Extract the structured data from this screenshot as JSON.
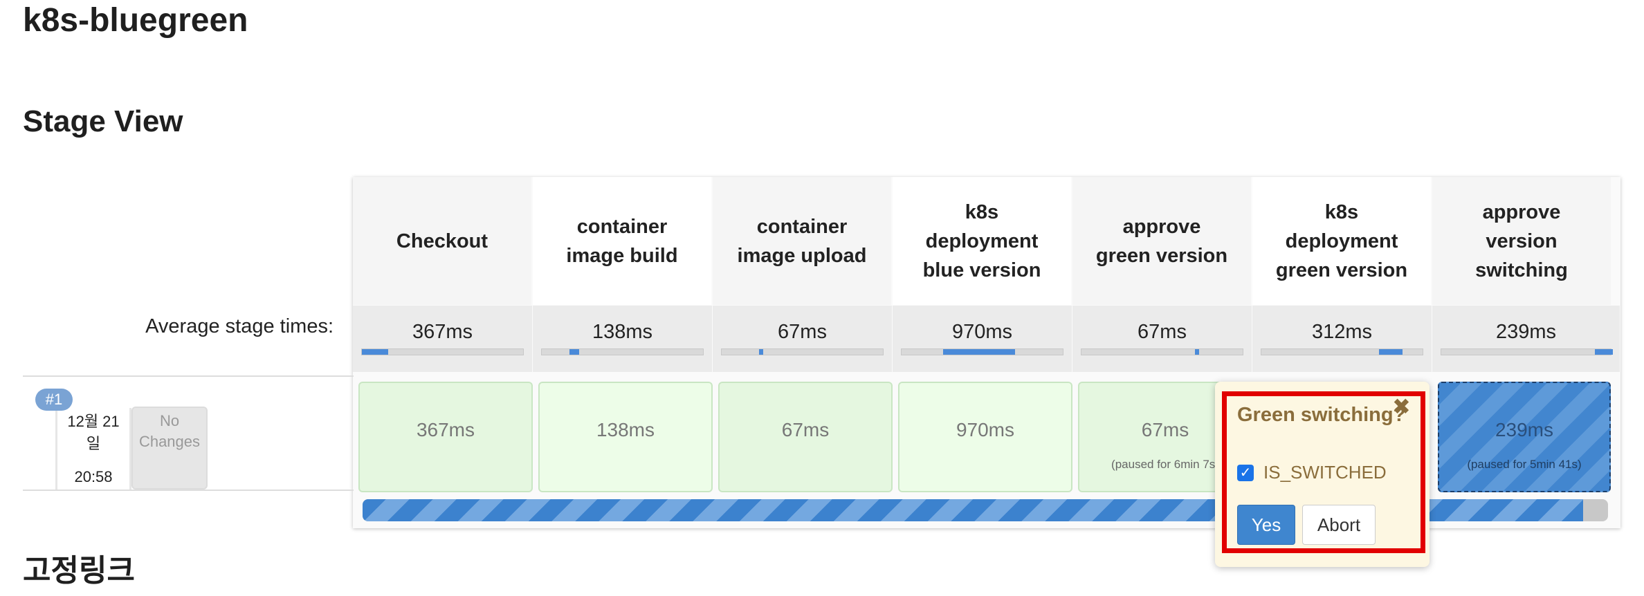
{
  "page": {
    "title": "k8s-bluegreen",
    "stage_view_title": "Stage View",
    "permalinks_title": "고정링크"
  },
  "stage_view": {
    "avg_label": "Average stage times:",
    "stages": [
      {
        "name": "Checkout",
        "avg": "367ms",
        "run_time": "367ms",
        "note": ""
      },
      {
        "name": "container image build",
        "avg": "138ms",
        "run_time": "138ms",
        "note": ""
      },
      {
        "name": "container image upload",
        "avg": "67ms",
        "run_time": "67ms",
        "note": ""
      },
      {
        "name": "k8s deployment blue version",
        "avg": "970ms",
        "run_time": "970ms",
        "note": ""
      },
      {
        "name": "approve green version",
        "avg": "67ms",
        "run_time": "67ms",
        "note": "(paused for 6min 7s)"
      },
      {
        "name": "k8s deployment green version",
        "avg": "312ms",
        "run_time": "",
        "note": ""
      },
      {
        "name": "approve version switching",
        "avg": "239ms",
        "run_time": "239ms",
        "note": "(paused for 5min 41s)"
      }
    ],
    "build": {
      "badge": "#1",
      "date_line1": "12월 21",
      "date_line2": "일",
      "time": "20:58",
      "changes": "No Changes"
    }
  },
  "popover": {
    "title": "Green switching?",
    "param_label": "IS_SWITCHED",
    "param_checked": true,
    "yes_label": "Yes",
    "abort_label": "Abort",
    "close_icon": "close-icon"
  },
  "colors": {
    "success_cell": "#e5f7e0",
    "running_stripe": "#4286cf",
    "progress_stripe": "#3c82ce",
    "highlight_frame": "#e10000",
    "popover_bg": "#fdf7e2"
  }
}
